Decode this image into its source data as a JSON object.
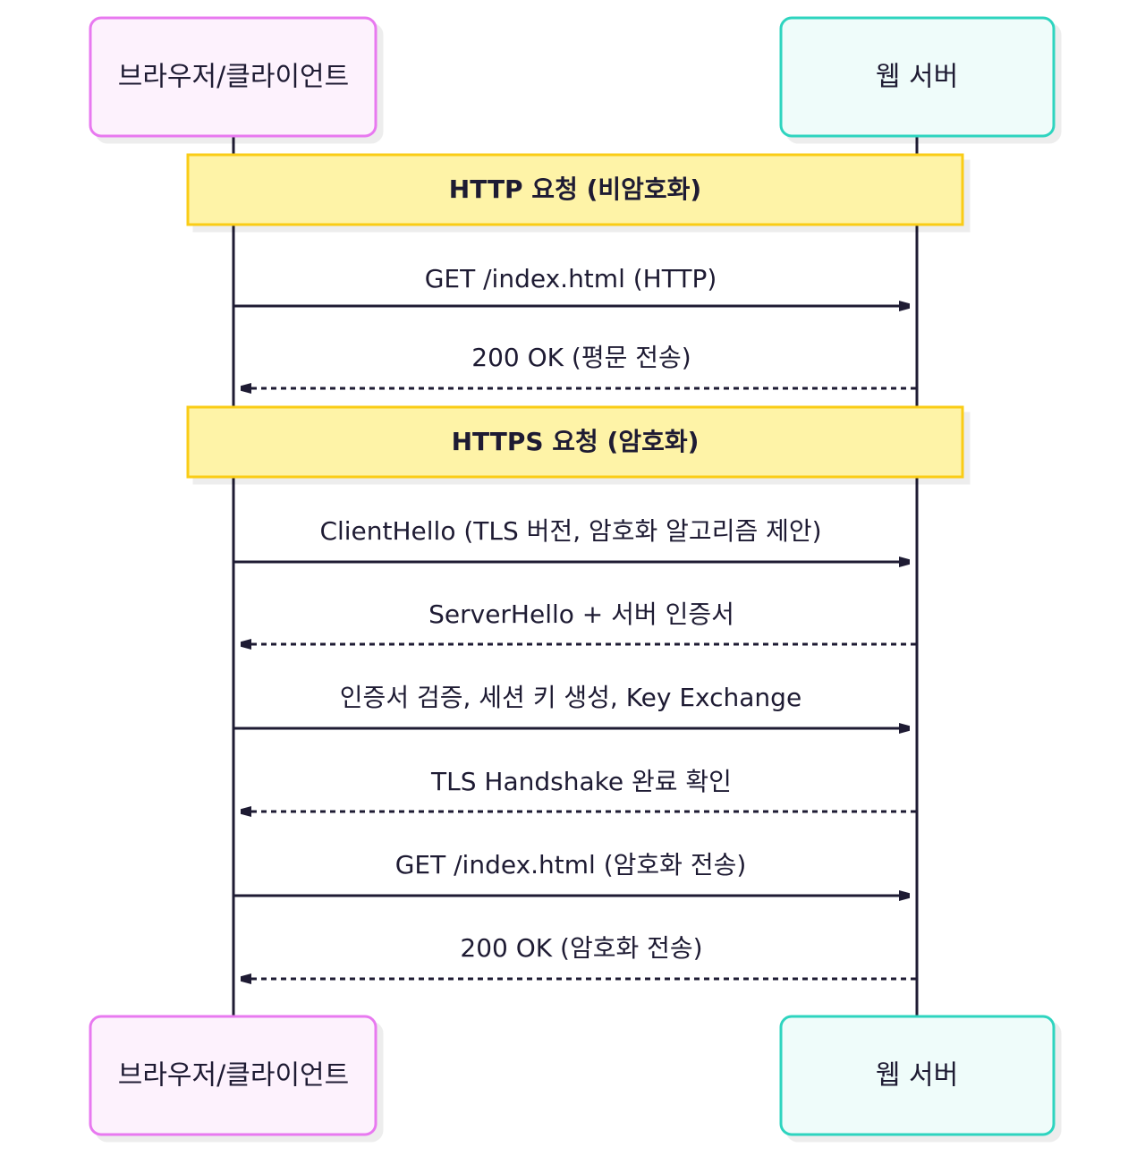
{
  "diagram": {
    "type": "sequence",
    "participants": [
      {
        "id": "client",
        "label": "브라우저/클라이언트",
        "border_color": "#e879f0",
        "fill_color": "#fdf2fd"
      },
      {
        "id": "server",
        "label": "웹 서버",
        "border_color": "#2dd4bf",
        "fill_color": "#effcfa"
      }
    ],
    "line_color": "#1e1b33",
    "note_style": {
      "border_color": "#facc15",
      "fill_color": "#fef3a7"
    },
    "steps": [
      {
        "kind": "note",
        "label": "HTTP 요청 (비암호화)"
      },
      {
        "kind": "message",
        "from": "client",
        "to": "server",
        "style": "solid",
        "label": "GET /index.html (HTTP)"
      },
      {
        "kind": "message",
        "from": "server",
        "to": "client",
        "style": "dashed",
        "label": "200 OK (평문 전송)"
      },
      {
        "kind": "note",
        "label": "HTTPS 요청 (암호화)"
      },
      {
        "kind": "message",
        "from": "client",
        "to": "server",
        "style": "solid",
        "label": "ClientHello (TLS 버전, 암호화 알고리즘 제안)"
      },
      {
        "kind": "message",
        "from": "server",
        "to": "client",
        "style": "dashed",
        "label": "ServerHello + 서버 인증서"
      },
      {
        "kind": "message",
        "from": "client",
        "to": "server",
        "style": "solid",
        "label": "인증서 검증, 세션 키 생성, Key Exchange"
      },
      {
        "kind": "message",
        "from": "server",
        "to": "client",
        "style": "dashed",
        "label": "TLS Handshake 완료 확인"
      },
      {
        "kind": "message",
        "from": "client",
        "to": "server",
        "style": "solid",
        "label": "GET /index.html (암호화 전송)"
      },
      {
        "kind": "message",
        "from": "server",
        "to": "client",
        "style": "dashed",
        "label": "200 OK (암호화 전송)"
      }
    ]
  }
}
